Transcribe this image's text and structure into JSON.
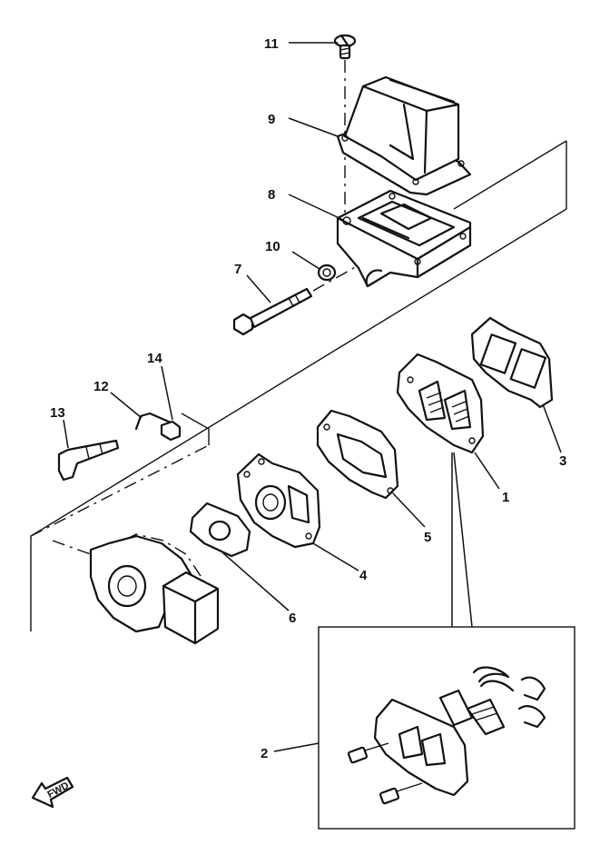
{
  "callouts": {
    "c1": "1",
    "c2": "2",
    "c3": "3",
    "c4": "4",
    "c5": "5",
    "c6": "6",
    "c7": "7",
    "c8": "8",
    "c9": "9",
    "c10": "10",
    "c11": "11",
    "c12": "12",
    "c13": "13",
    "c14": "14"
  },
  "direction_label": "FWD"
}
